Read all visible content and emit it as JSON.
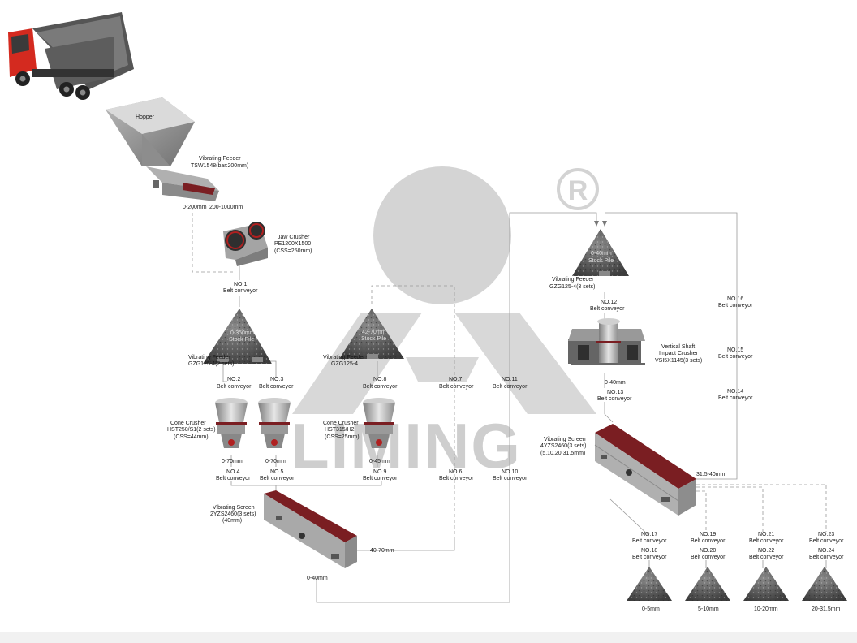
{
  "watermark": {
    "brand": "LIMING",
    "registered_mark": "®"
  },
  "equipment": {
    "hopper": "Hopper",
    "vib_feeder_1": [
      "Vibrating Feeder",
      "TSW1548(bar:200mm)"
    ],
    "jaw_crusher": [
      "Jaw Crusher",
      "PE1200X1500",
      "(CSS=250mm)"
    ],
    "stockpile_1": [
      "0-350mm",
      "Stock Pile"
    ],
    "vib_feeder_2": [
      "Vibrating Feeder",
      "GZG125-4(2 sets)"
    ],
    "cone_crusher_1": [
      "Cone Crusher",
      "HST250/S1(2 sets)",
      "(CSS=44mm)"
    ],
    "stockpile_2": [
      "42-70mm",
      "Stock Pile"
    ],
    "vib_feeder_3": [
      "Vibrating Feeder",
      "GZG125-4"
    ],
    "cone_crusher_2": [
      "Cone Crusher",
      "HST315/H2",
      "(CSS=25mm)"
    ],
    "vib_screen_1": [
      "Vibrating Screen",
      "2YZS2460(3 sets)",
      "(40mm)"
    ],
    "stockpile_3": [
      "0-40mm",
      "Stock Pile"
    ],
    "vib_feeder_4": [
      "Vibrating Feeder",
      "GZG125-4(3 sets)"
    ],
    "vsi": [
      "Vertical Shaft",
      "Impact Crusher",
      "VSI5X1145(3 sets)"
    ],
    "vib_screen_2": [
      "Vibrating Screen",
      "4YZS2460(3 sets)",
      "(5,10,20,31.5mm)"
    ]
  },
  "conveyors": {
    "no1": [
      "NO.1",
      "Belt conveyor"
    ],
    "no2": [
      "NO.2",
      "Belt conveyor"
    ],
    "no3": [
      "NO.3",
      "Belt conveyor"
    ],
    "no4": [
      "NO.4",
      "Belt conveyor"
    ],
    "no5": [
      "NO.5",
      "Belt conveyor"
    ],
    "no6": [
      "NO.6",
      "Belt conveyor"
    ],
    "no7": [
      "NO.7",
      "Belt conveyor"
    ],
    "no8": [
      "NO.8",
      "Belt conveyor"
    ],
    "no9": [
      "NO.9",
      "Belt conveyor"
    ],
    "no10": [
      "NO.10",
      "Belt conveyor"
    ],
    "no11": [
      "NO.11",
      "Belt conveyor"
    ],
    "no12": [
      "NO.12",
      "Belt conveyor"
    ],
    "no13": [
      "NO.13",
      "Belt conveyor"
    ],
    "no14": [
      "NO.14",
      "Belt conveyor"
    ],
    "no15": [
      "NO.15",
      "Belt conveyor"
    ],
    "no16": [
      "NO.16",
      "Belt conveyor"
    ],
    "no17": [
      "NO.17",
      "Belt conveyor"
    ],
    "no18": [
      "NO.18",
      "Belt conveyor"
    ],
    "no19": [
      "NO.19",
      "Belt conveyor"
    ],
    "no20": [
      "NO.20",
      "Belt conveyor"
    ],
    "no21": [
      "NO.21",
      "Belt conveyor"
    ],
    "no22": [
      "NO.22",
      "Belt conveyor"
    ],
    "no23": [
      "NO.23",
      "Belt conveyor"
    ],
    "no24": [
      "NO.24",
      "Belt conveyor"
    ]
  },
  "sizes": {
    "feed_fine": "0-200mm",
    "feed_coarse": "200-1000mm",
    "cone1_out_a": "0-70mm",
    "cone1_out_b": "0-70mm",
    "cone2_out": "0-45mm",
    "screen1_over": "40-70mm",
    "screen1_under": "0-40mm",
    "vsi_out": "0-40mm",
    "screen2_over": "31.5-40mm"
  },
  "products": [
    "0-5mm",
    "5-10mm",
    "10-20mm",
    "20-31.5mm"
  ],
  "colors": {
    "truck_red": "#d42a1f",
    "screen_red": "#7a1e22",
    "machine_grey": "#9c9c9c",
    "watermark_grey": "#cfcfcf",
    "flow_line": "#9a9a9a"
  }
}
